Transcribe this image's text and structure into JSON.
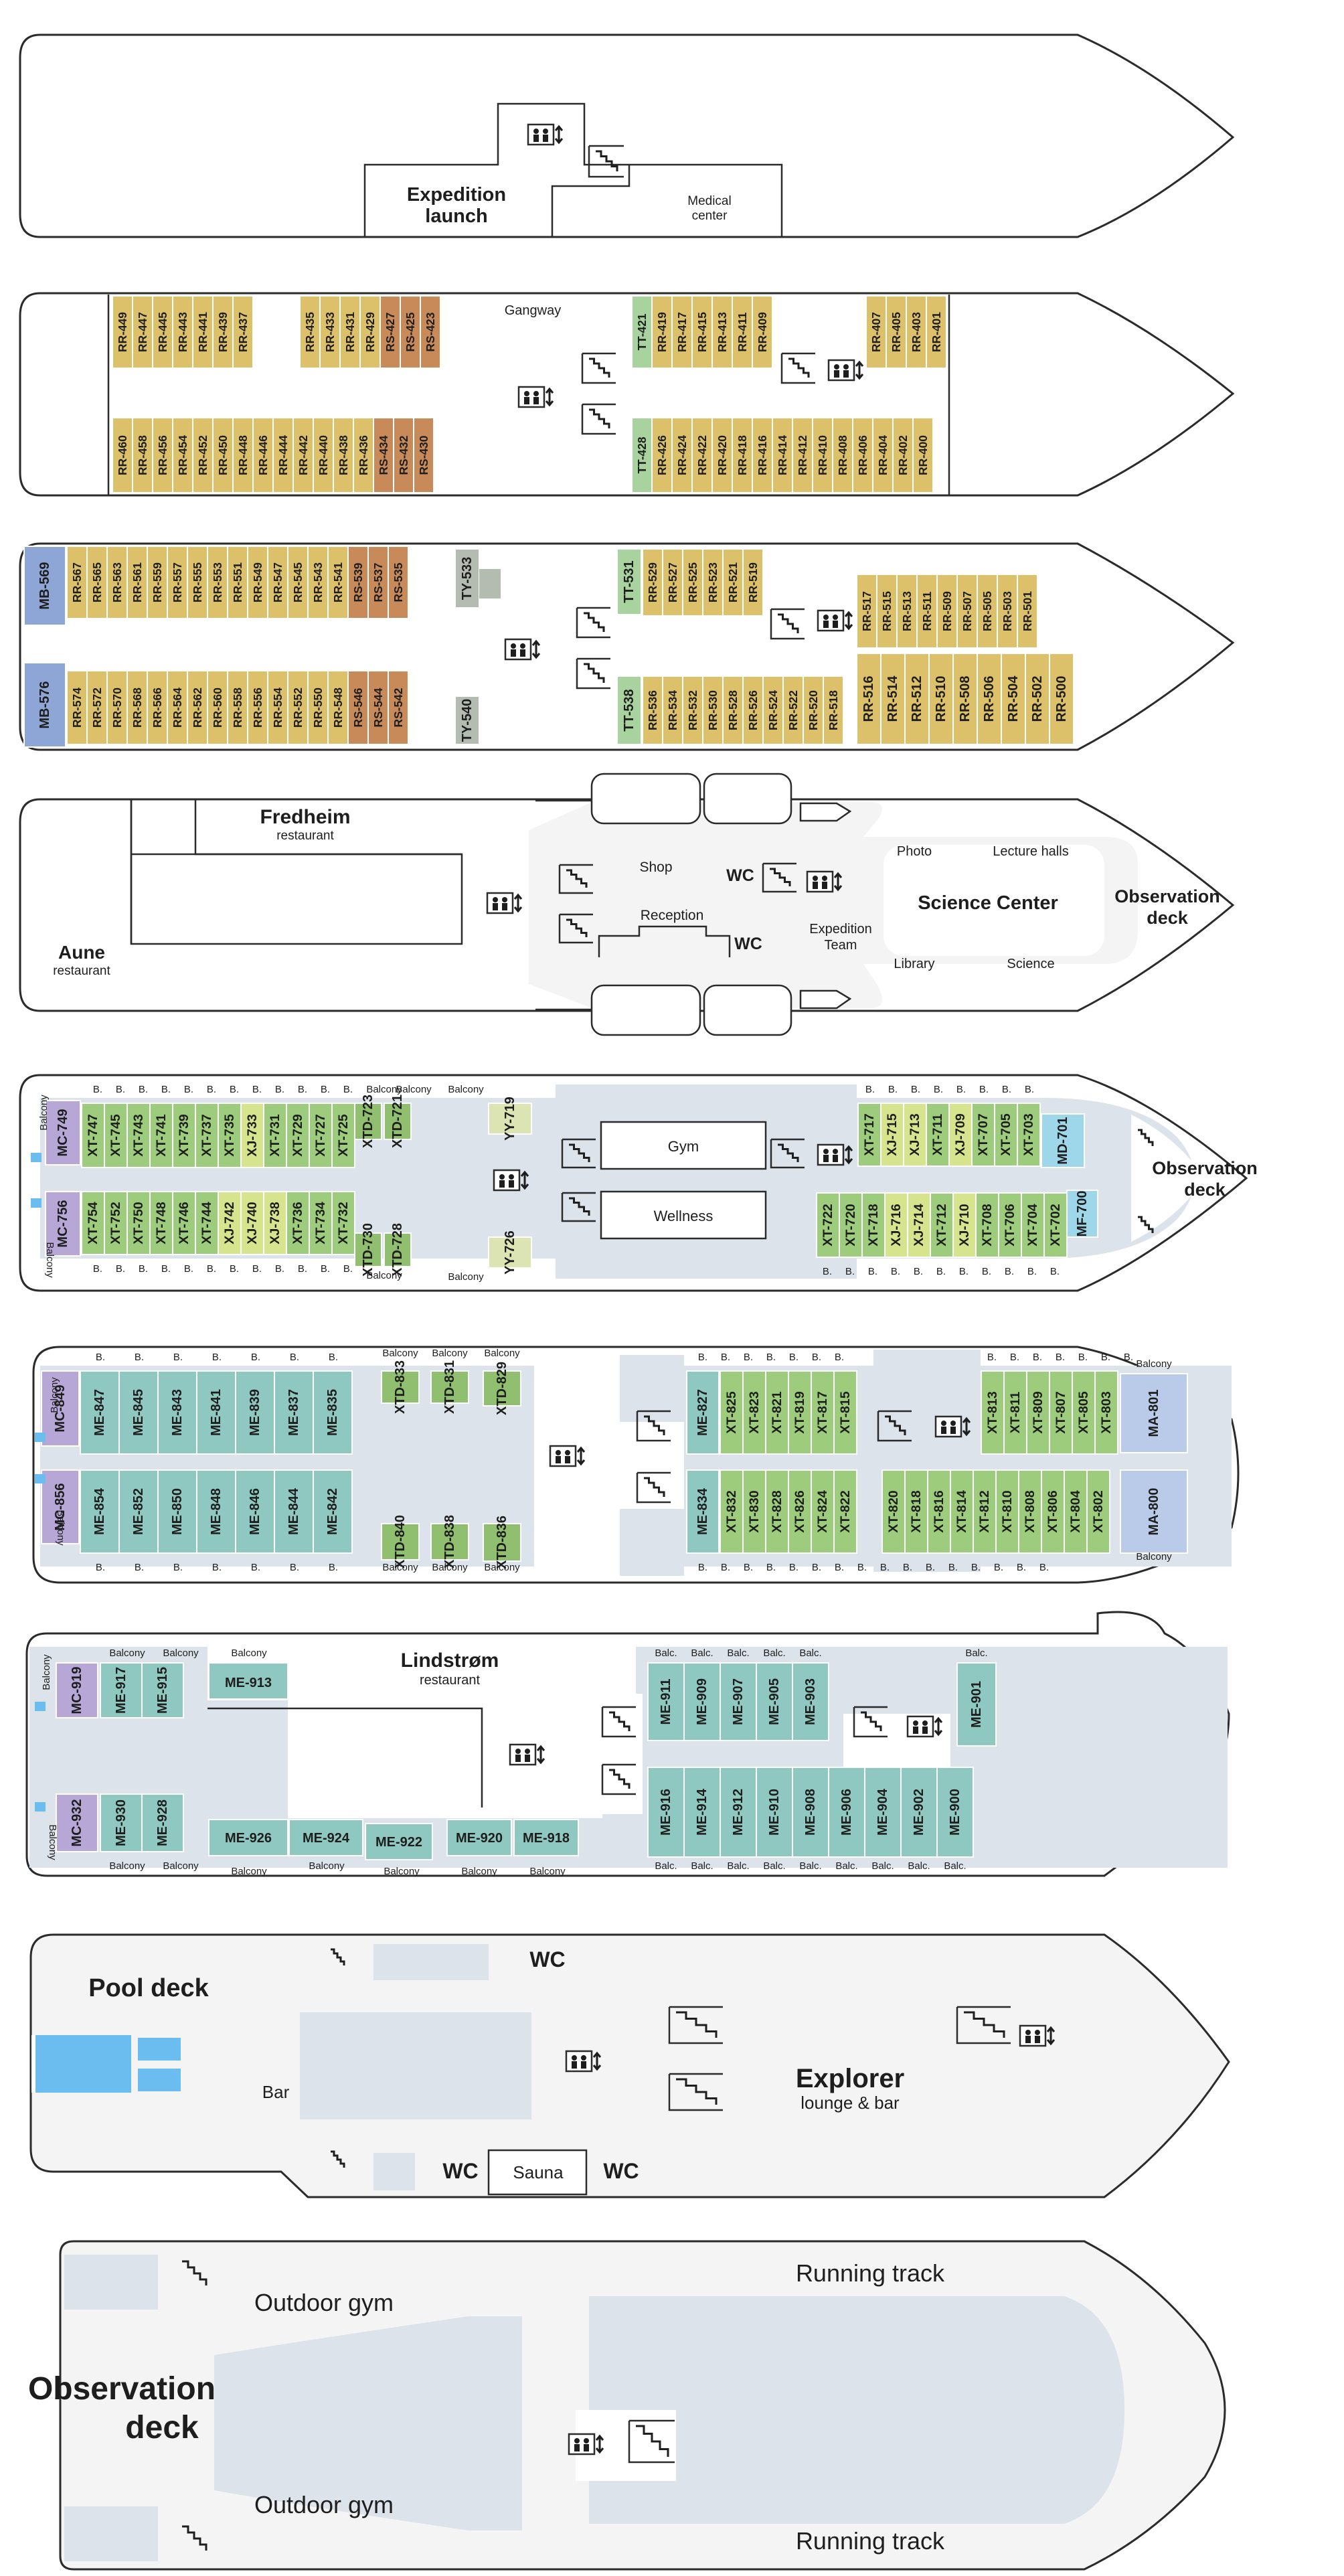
{
  "colors": {
    "RR": "#dcc06a",
    "RS": "#c98a5a",
    "TT": "#a9d39e",
    "TY": "#b4bcb2",
    "MB": "#8ea6d6",
    "XT": "#9ccc7c",
    "XTD": "#8fbf6f",
    "XJ": "#d7e48e",
    "YY": "#dde4b4",
    "MC": "#b6a7d6",
    "MD": "#9ed6ea",
    "MF": "#9ed6ea",
    "ME": "#8fc7c1",
    "MA": "#b9cbe8",
    "hull": "#ffffff",
    "fill": "#f4f4f4",
    "zone": "#dde3ea",
    "pool": "#6bbdf0"
  },
  "labels": {
    "expedition_launch": "Expedition launch",
    "medical_center": "Medical center",
    "gangway": "Gangway",
    "fredheim": "Fredheim",
    "restaurant": "restaurant",
    "aune": "Aune",
    "shop": "Shop",
    "reception": "Reception",
    "wc": "WC",
    "expedition_team": "Expedition Team",
    "photo": "Photo",
    "lecture_halls": "Lecture halls",
    "science_center": "Science Center",
    "library": "Library",
    "science": "Science",
    "observation_deck": "Observation deck",
    "gym": "Gym",
    "wellness": "Wellness",
    "balcony": "Balcony",
    "b": "B.",
    "balc": "Balc.",
    "lindstrom": "Lindstrøm",
    "pool_deck": "Pool deck",
    "bar": "Bar",
    "sauna": "Sauna",
    "explorer": "Explorer",
    "lounge_bar": "lounge & bar",
    "outdoor_gym": "Outdoor gym",
    "running_track": "Running track"
  },
  "deck4": {
    "top": [
      "RR-449",
      "RR-447",
      "RR-445",
      "RR-443",
      "RR-441",
      "RR-439",
      "RR-437",
      "RR-435",
      "RR-433",
      "RR-431",
      "RR-429",
      "RS-427",
      "RS-425",
      "RS-423",
      "TT-421",
      "RR-419",
      "RR-417",
      "RR-415",
      "RR-413",
      "RR-411",
      "RR-409",
      "RR-407",
      "RR-405",
      "RR-403",
      "RR-401"
    ],
    "bottom": [
      "RR-460",
      "RR-458",
      "RR-456",
      "RR-454",
      "RR-452",
      "RR-450",
      "RR-448",
      "RR-446",
      "RR-444",
      "RR-442",
      "RR-440",
      "RR-438",
      "RR-436",
      "RS-434",
      "RS-432",
      "RS-430",
      "TT-428",
      "RR-426",
      "RR-424",
      "RR-422",
      "RR-420",
      "RR-418",
      "RR-416",
      "RR-414",
      "RR-412",
      "RR-410",
      "RR-408",
      "RR-406",
      "RR-404",
      "RR-402",
      "RR-400"
    ]
  },
  "deck5": {
    "top": [
      "MB-569",
      "RR-567",
      "RR-565",
      "RR-563",
      "RR-561",
      "RR-559",
      "RR-557",
      "RR-555",
      "RR-553",
      "RR-551",
      "RR-549",
      "RR-547",
      "RR-545",
      "RR-543",
      "RR-541",
      "RS-539",
      "RS-537",
      "RS-535",
      "TY-533",
      "TT-531",
      "RR-529",
      "RR-527",
      "RR-525",
      "RR-523",
      "RR-521",
      "RR-519",
      "RR-517",
      "RR-515",
      "RR-513",
      "RR-511",
      "RR-509",
      "RR-507",
      "RR-505",
      "RR-503",
      "RR-501"
    ],
    "bottom": [
      "MB-576",
      "RR-574",
      "RR-572",
      "RR-570",
      "RR-568",
      "RR-566",
      "RR-564",
      "RR-562",
      "RR-560",
      "RR-558",
      "RR-556",
      "RR-554",
      "RR-552",
      "RR-550",
      "RR-548",
      "RS-546",
      "RS-544",
      "RS-542",
      "TY-540",
      "TT-538",
      "RR-536",
      "RR-534",
      "RR-532",
      "RR-530",
      "RR-528",
      "RR-526",
      "RR-524",
      "RR-522",
      "RR-520",
      "RR-518",
      "RR-516",
      "RR-514",
      "RR-512",
      "RR-510",
      "RR-508",
      "RR-506",
      "RR-504",
      "RR-502",
      "RR-500"
    ]
  },
  "deck7": {
    "top": [
      "MC-749",
      "XT-747",
      "XT-745",
      "XT-743",
      "XT-741",
      "XT-739",
      "XT-737",
      "XT-735",
      "XJ-733",
      "XT-731",
      "XT-729",
      "XT-727",
      "XT-725",
      "XTD-723",
      "XTD-721",
      "YY-719",
      "XT-717",
      "XJ-715",
      "XJ-713",
      "XT-711",
      "XJ-709",
      "XT-707",
      "XT-705",
      "XT-703",
      "MD-701"
    ],
    "bottom": [
      "MC-756",
      "XT-754",
      "XT-752",
      "XT-750",
      "XT-748",
      "XT-746",
      "XT-744",
      "XJ-742",
      "XJ-740",
      "XJ-738",
      "XT-736",
      "XT-734",
      "XT-732",
      "XTD-730",
      "XTD-728",
      "YY-726",
      "XT-722",
      "XT-720",
      "XT-718",
      "XJ-716",
      "XJ-714",
      "XT-712",
      "XJ-710",
      "XT-708",
      "XT-706",
      "XT-704",
      "XT-702",
      "MF-700"
    ]
  },
  "deck8": {
    "top": [
      "MC-849",
      "ME-847",
      "ME-845",
      "ME-843",
      "ME-841",
      "ME-839",
      "ME-837",
      "ME-835",
      "XTD-833",
      "XTD-831",
      "XTD-829",
      "ME-827",
      "XT-825",
      "XT-823",
      "XT-821",
      "XT-819",
      "XT-817",
      "XT-815",
      "XT-813",
      "XT-811",
      "XT-809",
      "XT-807",
      "XT-805",
      "XT-803",
      "MA-801"
    ],
    "bottom": [
      "MC-856",
      "ME-854",
      "ME-852",
      "ME-850",
      "ME-848",
      "ME-846",
      "ME-844",
      "ME-842",
      "XTD-840",
      "XTD-838",
      "XTD-836",
      "ME-834",
      "XT-832",
      "XT-830",
      "XT-828",
      "XT-826",
      "XT-824",
      "XT-822",
      "XT-820",
      "XT-818",
      "XT-816",
      "XT-814",
      "XT-812",
      "XT-810",
      "XT-808",
      "XT-806",
      "XT-804",
      "XT-802",
      "MA-800"
    ]
  },
  "deck9": {
    "top": [
      "MC-919",
      "ME-917",
      "ME-915",
      "ME-913",
      "ME-911",
      "ME-909",
      "ME-907",
      "ME-905",
      "ME-903",
      "ME-901"
    ],
    "bottom": [
      "MC-932",
      "ME-930",
      "ME-928",
      "ME-926",
      "ME-924",
      "ME-922",
      "ME-920",
      "ME-918",
      "ME-916",
      "ME-914",
      "ME-912",
      "ME-910",
      "ME-908",
      "ME-906",
      "ME-904",
      "ME-902",
      "ME-900"
    ]
  }
}
